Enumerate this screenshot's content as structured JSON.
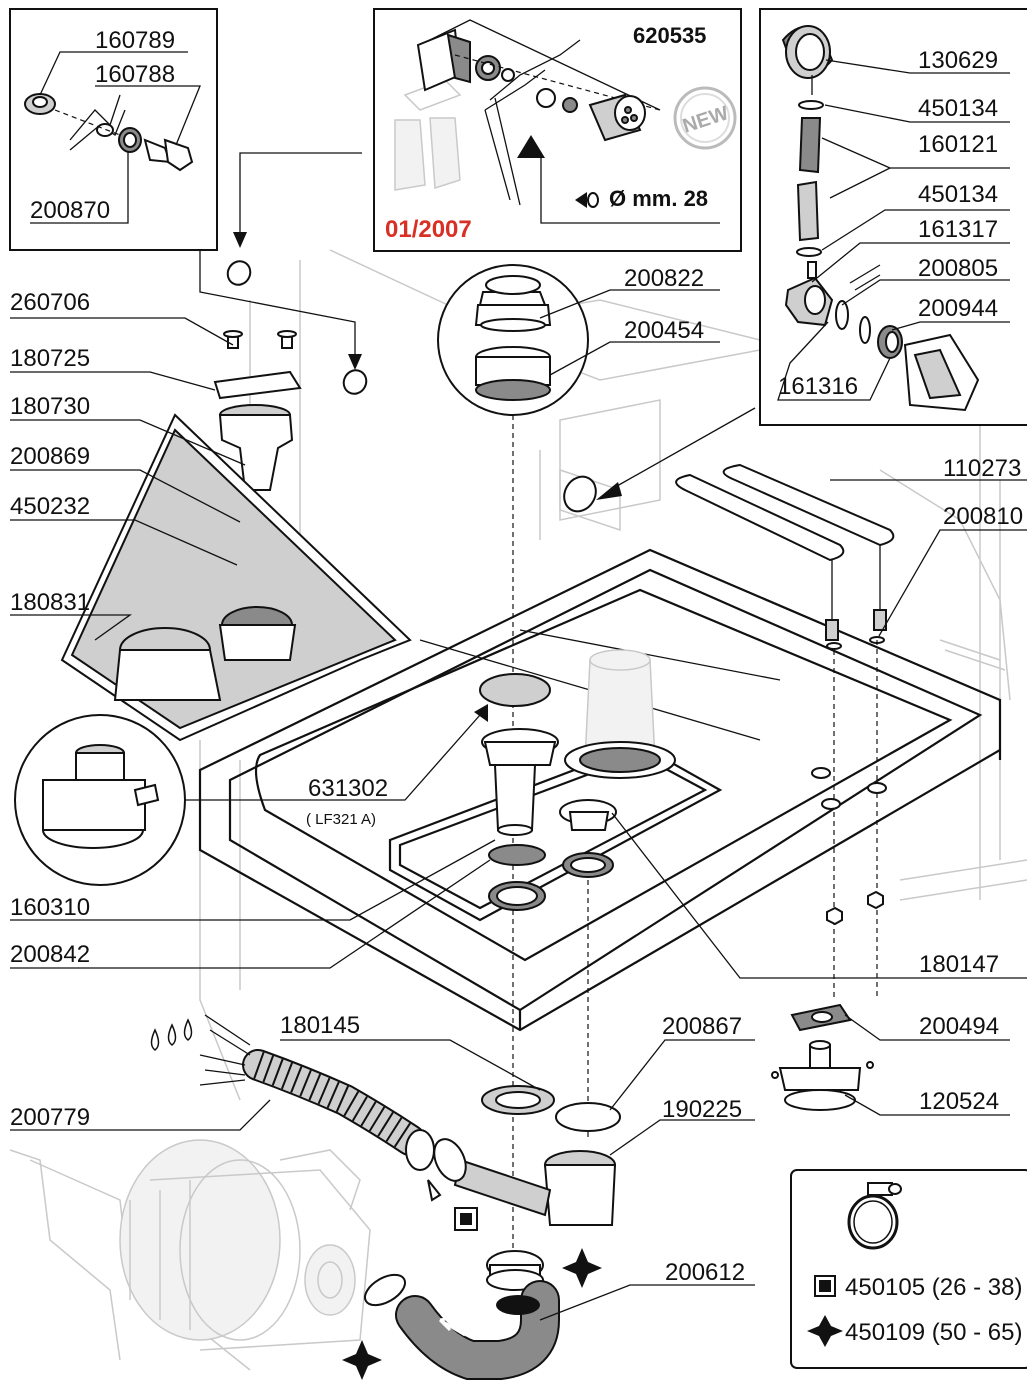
{
  "diagram": {
    "labels": {
      "p160789": "160789",
      "p160788": "160788",
      "p200870": "200870",
      "p620535": "620535",
      "note_date": "01/2007",
      "note_diameter": "Ø mm. 28",
      "p130629": "130629",
      "p450134a": "450134",
      "p160121": "160121",
      "p450134b": "450134",
      "p161317": "161317",
      "p200805": "200805",
      "p200944": "200944",
      "p161316": "161316",
      "p200822": "200822",
      "p200454": "200454",
      "p260706": "260706",
      "p180725": "180725",
      "p180730": "180730",
      "p200869": "200869",
      "p450232": "450232",
      "p180831": "180831",
      "p110273": "110273",
      "p200810": "200810",
      "p631302": "631302",
      "p631302_sub": "( LF321 A)",
      "p160310": "160310",
      "p200842": "200842",
      "p180147": "180147",
      "p180145": "180145",
      "p200867": "200867",
      "p200494": "200494",
      "p190225": "190225",
      "p120524": "120524",
      "p200779": "200779",
      "p200612": "200612",
      "new_badge": "NEW",
      "legend_square": "450105 (26 - 38)",
      "legend_star": "450109 (50 - 65)"
    },
    "icons": [
      "eye-icon",
      "square-marker-icon",
      "star-marker-icon",
      "hose-clamp-icon",
      "water-drops-icon",
      "flow-arrow-icon"
    ],
    "colors": {
      "date_red": "#d93025",
      "ink": "#111111",
      "ghost": "#c9c9c9",
      "part_grey": "#cfcfcf",
      "part_dark": "#8a8a8a"
    }
  }
}
